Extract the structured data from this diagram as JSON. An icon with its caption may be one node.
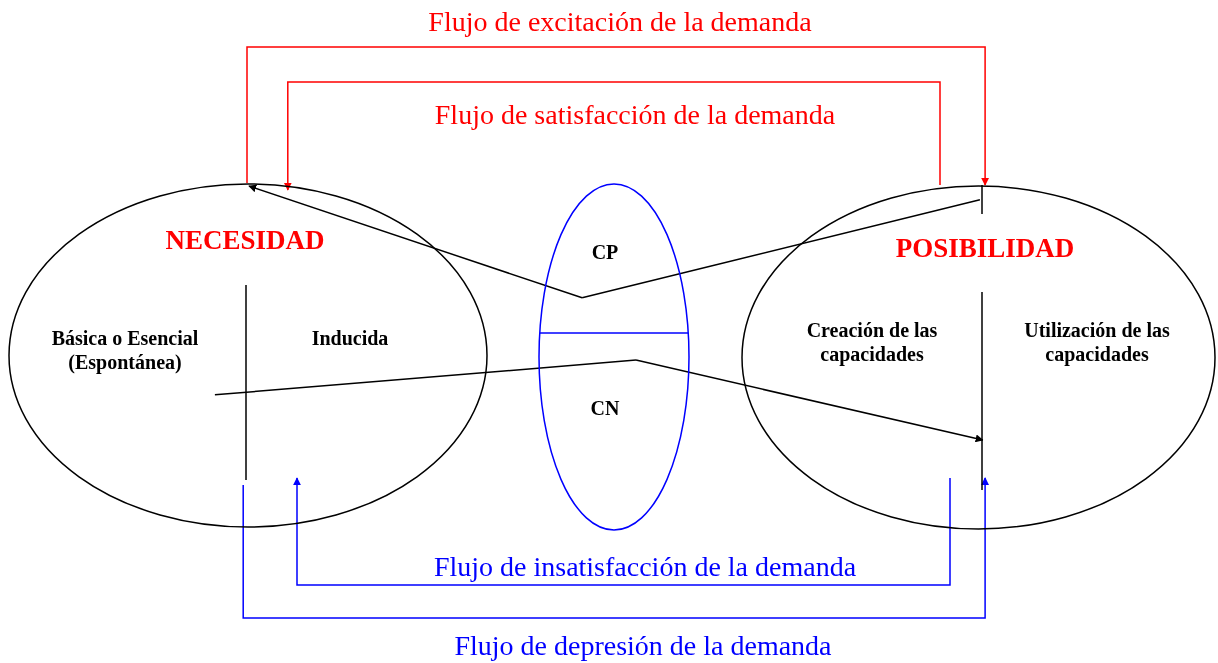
{
  "diagram": {
    "nodes": [
      {
        "text": [
          "NECESIDAD",
          "Básica o Esencial (Espontánea)",
          "Inducida"
        ]
      },
      {
        "text": [
          "CP",
          "CN"
        ]
      },
      {
        "text": [
          "POSIBILIDAD",
          "Creación de las capacidades",
          "Utilización de las capacidades"
        ]
      }
    ],
    "edges": [
      {
        "from": 0,
        "to": 2,
        "arrow": "to",
        "label": "Flujo de excitación de la demanda",
        "color": "#ff0000"
      },
      {
        "from": 2,
        "to": 0,
        "arrow": "to",
        "label": "Flujo de satisfacción de la demanda",
        "color": "#ff0000"
      },
      {
        "from": 2,
        "to": 1,
        "arrow": "none",
        "color": "#000000"
      },
      {
        "from": 1,
        "to": 0,
        "arrow": "to",
        "color": "#000000"
      },
      {
        "from": 0,
        "to": 1,
        "arrow": "none",
        "color": "#000000"
      },
      {
        "from": 1,
        "to": 2,
        "arrow": "to",
        "color": "#000000"
      },
      {
        "from": 2,
        "to": 0,
        "arrow": "to",
        "label": "Flujo de insatisfacción de la demanda",
        "color": "#0000ff"
      },
      {
        "from": 0,
        "to": 2,
        "arrow": "to",
        "label": "Flujo de depresión de la demanda",
        "color": "#0000ff"
      }
    ]
  }
}
